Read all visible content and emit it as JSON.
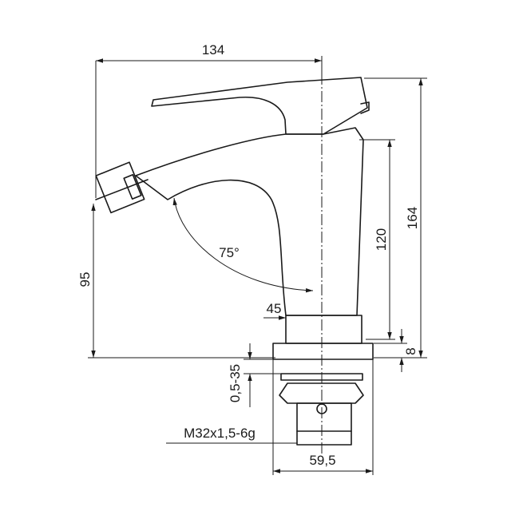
{
  "dimensions": {
    "overall_width": "134",
    "overall_height": "164",
    "body_height": "120",
    "spout_height": "95",
    "base_height": "8",
    "neck_width": "45",
    "base_width": "59,5",
    "mounting_range": "0,5-35",
    "thread": "M32x1,5-6g",
    "spout_angle": "75°"
  }
}
